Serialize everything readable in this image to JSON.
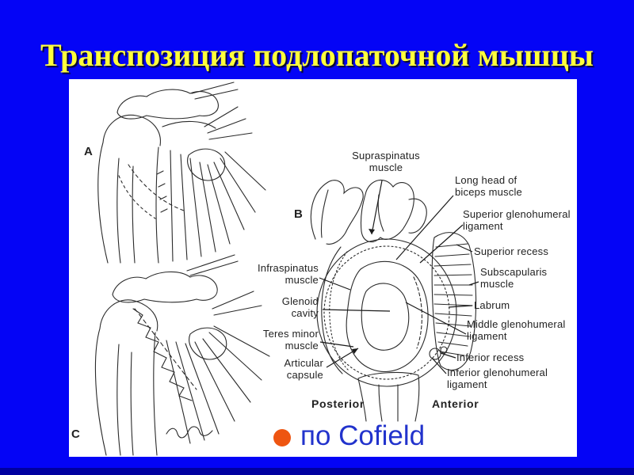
{
  "slide": {
    "title": "Транспозиция подлопаточной мышцы",
    "bullet_text": "по Cofield"
  },
  "colors": {
    "background": "#0404f6",
    "bottom_bar": "#0000a0",
    "title_text": "#ffff3c",
    "bullet_dot": "#ee5511",
    "bullet_text": "#2233cc",
    "panel": "#ffffff",
    "ink": "#222222"
  },
  "figure": {
    "panel_letters": {
      "a": "A",
      "b": "B",
      "c": "C"
    },
    "labels": {
      "supraspinatus": "Supraspinatus\nmuscle",
      "long_head": "Long head of\nbiceps muscle",
      "superior_gh": "Superior glenohumeral\nligament",
      "superior_recess": "Superior recess",
      "subscapularis": "Subscapularis\nmuscle",
      "labrum": "Labrum",
      "middle_gh": "Middle glenohumeral\nligament",
      "inferior_recess": "Inferior recess",
      "inferior_gh": "Inferior glenohumeral\nligament",
      "infraspinatus": "Infraspinatus\nmuscle",
      "glenoid_cavity": "Glenoid\ncavity",
      "teres_minor": "Teres minor\nmuscle",
      "articular_capsule": "Articular\ncapsule",
      "posterior": "Posterior",
      "anterior": "Anterior"
    }
  }
}
